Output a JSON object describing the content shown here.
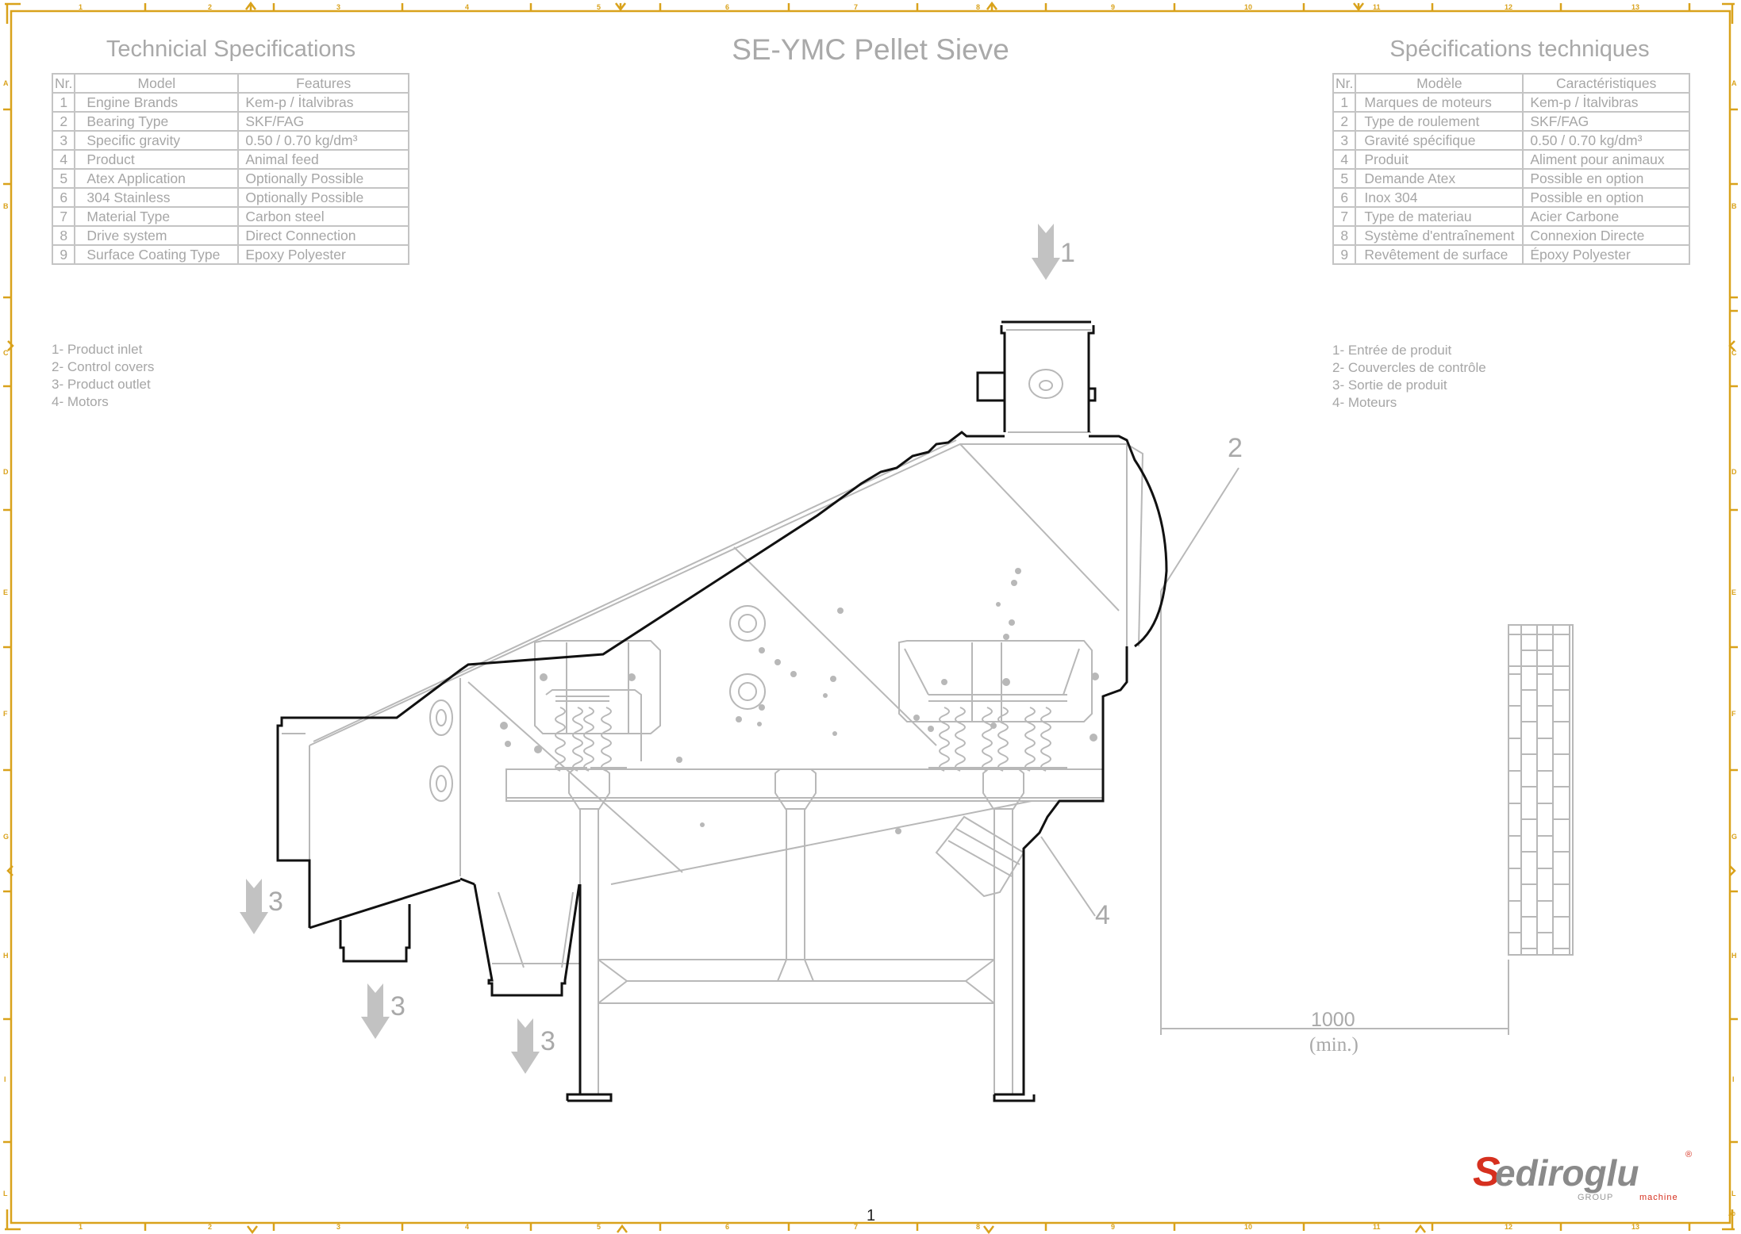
{
  "drawing": {
    "title": "SE-YMC Pellet Sieve",
    "page_number": "1",
    "sheet_size": "A0"
  },
  "specs_en": {
    "title": "Technicial Specifications",
    "headers": {
      "nr": "Nr.",
      "model": "Model",
      "features": "Features"
    },
    "rows": [
      {
        "nr": "1",
        "model": "Engine Brands",
        "feature": "Kem-p / İtalvibras"
      },
      {
        "nr": "2",
        "model": "Bearing Type",
        "feature": "SKF/FAG"
      },
      {
        "nr": "3",
        "model": "Specific gravity",
        "feature": "0.50 / 0.70 kg/dm³"
      },
      {
        "nr": "4",
        "model": "Product",
        "feature": "Animal feed"
      },
      {
        "nr": "5",
        "model": "Atex Application",
        "feature": "Optionally Possible"
      },
      {
        "nr": "6",
        "model": "304 Stainless",
        "feature": "Optionally Possible"
      },
      {
        "nr": "7",
        "model": "Material Type",
        "feature": "Carbon steel"
      },
      {
        "nr": "8",
        "model": "Drive system",
        "feature": "Direct Connection"
      },
      {
        "nr": "9",
        "model": "Surface Coating Type",
        "feature": "Epoxy Polyester"
      }
    ]
  },
  "specs_fr": {
    "title": "Spécifications techniques",
    "headers": {
      "nr": "Nr.",
      "model": "Modèle",
      "features": "Caractéristiques"
    },
    "rows": [
      {
        "nr": "1",
        "model": "Marques de moteurs",
        "feature": "Kem-p / İtalvibras"
      },
      {
        "nr": "2",
        "model": "Type de roulement",
        "feature": "SKF/FAG"
      },
      {
        "nr": "3",
        "model": "Gravité spécifique",
        "feature": "0.50 / 0.70 kg/dm³"
      },
      {
        "nr": "4",
        "model": "Produit",
        "feature": "Aliment pour animaux"
      },
      {
        "nr": "5",
        "model": "Demande Atex",
        "feature": "Possible en option"
      },
      {
        "nr": "6",
        "model": "Inox 304",
        "feature": "Possible en option"
      },
      {
        "nr": "7",
        "model": "Type de materiau",
        "feature": "Acier Carbone"
      },
      {
        "nr": "8",
        "model": "Système d'entraînement",
        "feature": "Connexion Directe"
      },
      {
        "nr": "9",
        "model": "Revêtement de surface",
        "feature": "Époxy Polyester"
      }
    ]
  },
  "legend_en": [
    "1- Product inlet",
    "2- Control covers",
    "3- Product outlet",
    "4- Motors"
  ],
  "legend_fr": [
    "1- Entrée de produit",
    "2- Couvercles de contrôle",
    "3- Sortie de produit",
    "4- Moteurs"
  ],
  "callouts": {
    "inlet": "1",
    "control_covers": "2",
    "outlet_1": "3",
    "outlet_2": "3",
    "outlet_3": "3",
    "motors": "4"
  },
  "dimension": {
    "value": "1000",
    "note": "(min.)"
  },
  "ruler": {
    "columns": [
      "1",
      "2",
      "3",
      "4",
      "5",
      "6",
      "7",
      "8",
      "9",
      "10",
      "11",
      "12",
      "13"
    ],
    "rows": [
      "A",
      "B",
      "C",
      "D",
      "E",
      "F",
      "G",
      "H",
      "I",
      "L"
    ],
    "color": "#d9a21b"
  },
  "logo": {
    "initial": "S",
    "name": "ediroglu",
    "registered": "®",
    "group": "GROUP",
    "machine": "machine",
    "brand_red": "#d6301f",
    "brand_gray": "#8a8a8a"
  },
  "colors": {
    "outline": "#000000",
    "detail": "#b8b8b8",
    "text": "#a6a6a6",
    "border": "#d9a21b"
  }
}
